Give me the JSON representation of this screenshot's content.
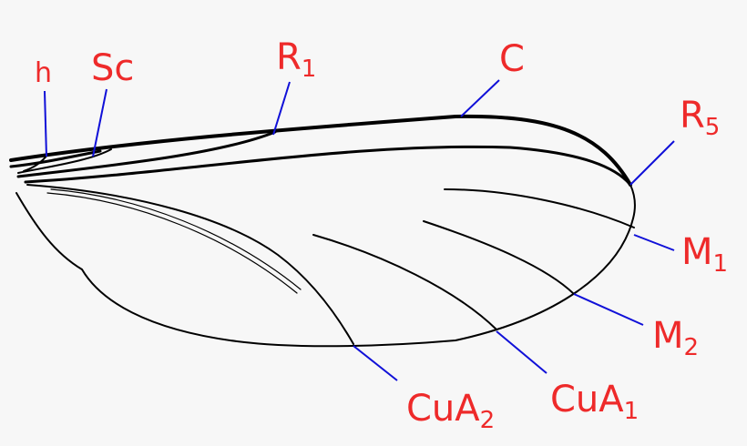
{
  "diagram": {
    "labels": {
      "h": "h",
      "sc": "Sc",
      "r1": {
        "base": "R",
        "sub": "1"
      },
      "c": "C",
      "r5": {
        "base": "R",
        "sub": "5"
      },
      "m1": {
        "base": "M",
        "sub": "1"
      },
      "m2": {
        "base": "M",
        "sub": "2"
      },
      "cua2": {
        "base": "CuA",
        "sub": "2"
      },
      "cua1": {
        "base": "CuA",
        "sub": "1"
      }
    },
    "colors": {
      "label": "#ee2a2a",
      "leader": "#1010d8",
      "vein": "#000000",
      "background": "#f7f7f7"
    }
  }
}
